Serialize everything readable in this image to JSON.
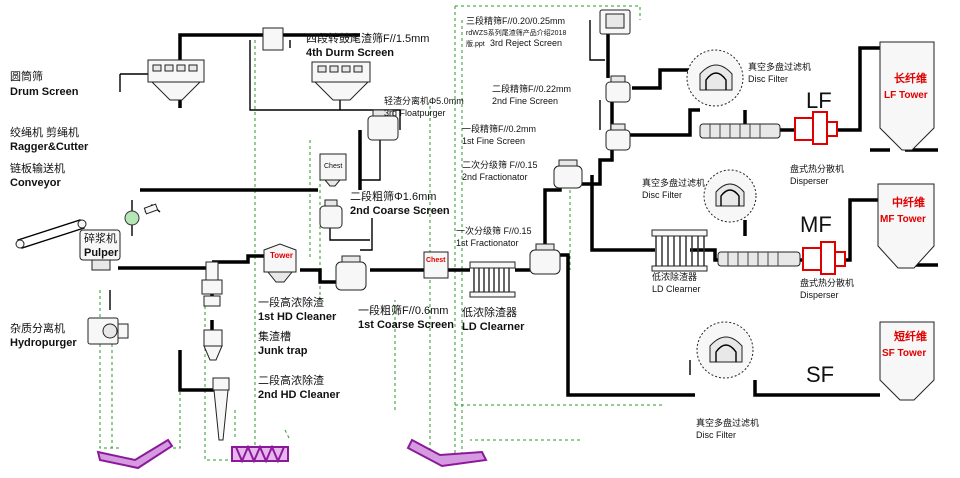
{
  "labels": {
    "drum_screen_zh": "圆筒筛",
    "drum_screen_en": "Drum Screen",
    "ragger_zh": "绞绳机 剪绳机",
    "ragger_en": "Ragger&Cutter",
    "conveyor_zh": "链板输送机",
    "conveyor_en": "Conveyor",
    "pulper_zh": "碎浆机",
    "pulper_en": "Pulper",
    "hydropurger_zh": "杂质分离机",
    "hydropurger_en": "Hydropurger",
    "durm4_zh": "四段转鼓尾渣筛F//1.5mm",
    "durm4_en": "4th Durm Screen",
    "float3_zh": "轻渣分离机Φ5.0mm",
    "float3_en": "3rd Floatpurger",
    "chest1": "Chest",
    "coarse2_zh": "二段粗筛Φ1.6mm",
    "coarse2_en": "2nd Coarse Screen",
    "tower": "Tower",
    "hd1_zh": "一段高浓除渣",
    "hd1_en": "1st HD Cleaner",
    "junk_zh": "集渣槽",
    "junk_en": "Junk trap",
    "hd2_zh": "二段高浓除渣",
    "hd2_en": "2nd HD Cleaner",
    "coarse1_zh": "一段粗筛F//0.6mm",
    "coarse1_en": "1st Coarse Screen",
    "chest2": "Chest",
    "ld1_zh": "低浓除渣器",
    "ld1_en": "LD Clearner",
    "frac1_zh": "一次分级筛 F//0.15",
    "frac1_en": "1st Fractionator",
    "frac2_zh": "二次分级筛 F//0.15",
    "frac2_en": "2nd Fractionator",
    "fine1_zh": "一段精筛F//0.2mm",
    "fine1_en": "1st Fine Screen",
    "fine2_zh": "二段精筛F//0.22mm",
    "fine2_en": "2nd Fine Screen",
    "reject3_zh": "三段精筛F//0.20/0.25mm",
    "reject3_en": "3rd Reject Screen",
    "reject3_note": "rdWZS系列尾渣筛产品介绍2018",
    "reject3_file": "版.ppt",
    "disc1_zh": "真空多盘过滤机",
    "disc1_en": "Disc Filter",
    "disc2_zh": "真空多盘过滤机",
    "disc2_en": "Disc Filter",
    "disc3_zh": "真空多盘过滤机",
    "disc3_en": "Disc Filter",
    "ld2_zh": "低浓除渣器",
    "ld2_en": "LD Clearner",
    "disp1_zh": "盘式热分散机",
    "disp1_en": "Disperser",
    "disp2_zh": "盘式热分散机",
    "disp2_en": "Disperser",
    "lf": "LF",
    "mf": "MF",
    "sf": "SF",
    "lf_tower_zh": "长纤维",
    "lf_tower_en": "LF Tower",
    "mf_tower_zh": "中纤维",
    "mf_tower_en": "MF Tower",
    "sf_tower_zh": "短纤维",
    "sf_tower_en": "SF Tower"
  },
  "colors": {
    "pipe": "#000000",
    "recycle_line": "#2a9a2a",
    "accent_red": "#e00000",
    "reject_conveyor": "#8a1a9a"
  }
}
